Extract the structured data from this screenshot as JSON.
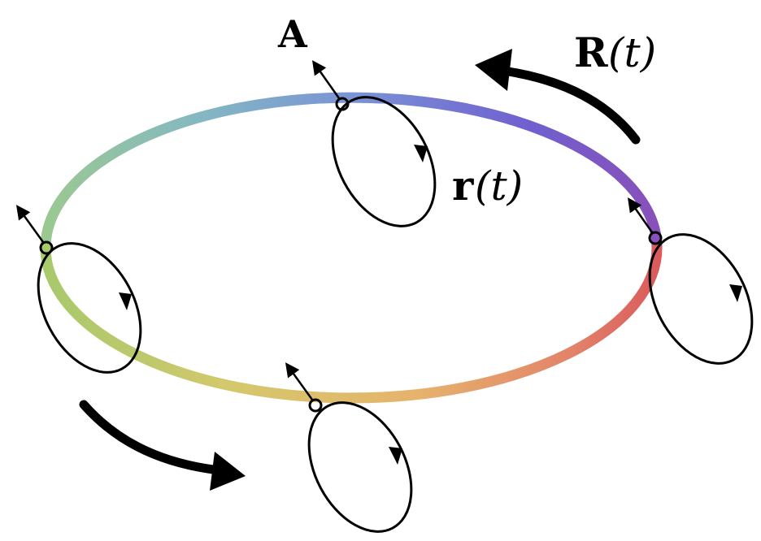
{
  "labels": {
    "vector_symbol": "A",
    "big_orbit_symbol": "R",
    "big_orbit_arg": "(t)",
    "small_orbit_symbol": "r",
    "small_orbit_arg": "(t)"
  },
  "colors": {
    "ring_gradient": [
      "#d2c66a",
      "#a9c96e",
      "#8fc8a3",
      "#86b3cc",
      "#7a93d6",
      "#7566cf",
      "#8a4fb8",
      "#d9605a",
      "#e48a6a",
      "#e8b06e"
    ],
    "ink": "#000000"
  },
  "icons": {
    "direction_arrows": "curved-arrow-icon",
    "vector_arrows": "vector-arrow-icon"
  }
}
